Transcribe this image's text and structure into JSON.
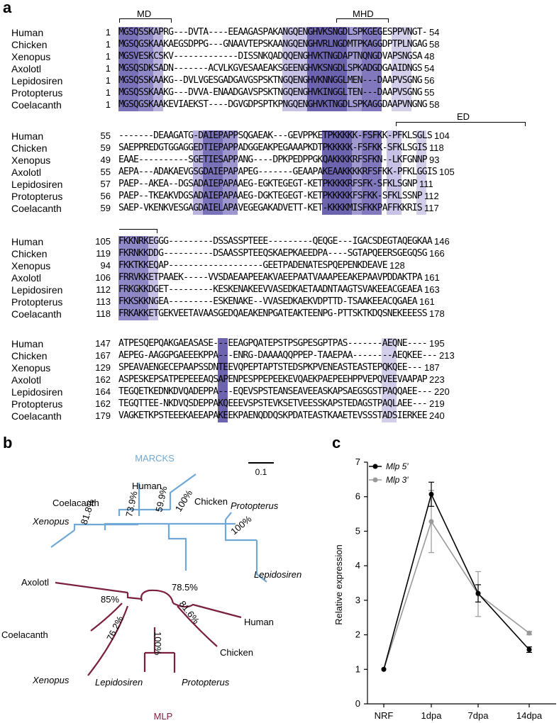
{
  "panels": {
    "a": "a",
    "b": "b",
    "c": "c"
  },
  "alignment": {
    "domains": [
      {
        "label": "MD"
      },
      {
        "label": "MHD"
      },
      {
        "label": "ED"
      }
    ],
    "blocks": [
      {
        "rows": [
          {
            "species": "Human",
            "start": "1",
            "seq": "MGSQSSKAPRG---DVTA----EEAAGASPAKANGQENGHVKSNGDLSPKGEGESPPVNGT-",
            "end": "54"
          },
          {
            "species": "Chicken",
            "start": "1",
            "seq": "MGSQGSKAAKAEGSDPPG---GNAAVTEPSKAANGQENGHVRLNGDMTPKAGGDPTPLNGAG",
            "end": "58"
          },
          {
            "species": "Xenopus",
            "start": "1",
            "seq": "MGSVESKCSKV-------------DISSNKQADQQENGHVKTNGDAPTNQNGDVAPSNGSA",
            "end": "48"
          },
          {
            "species": "Axolotl",
            "start": "1",
            "seq": "MGSQSDKSADN-------ACVLKGVESAAEAKSGEENGHVKSNGDLSPKADGDGAAIDNGS",
            "end": "54"
          },
          {
            "species": "Lepidosiren",
            "start": "1",
            "seq": "MGSQSSKAAKG--DVLVGESGADGAVGSPSKTNGQENGHVKNNGGLMEN---DAAPVSGNG",
            "end": "56"
          },
          {
            "species": "Protopterus",
            "start": "1",
            "seq": "MGSQSSKAAKG---DVVA-ENAADGAVSPSKTNGQENGHVKINGGLTEN---DAAPVSGNG",
            "end": "55"
          },
          {
            "species": "Coelacanth",
            "start": "1",
            "seq": "MGSQGSKAAKEVIAEKST----DGVGDPSPTKPNGQENGHVKTNGDLSPKAGGDAAPVNGNG",
            "end": "58"
          }
        ]
      },
      {
        "rows": [
          {
            "species": "Human",
            "start": "55",
            "seq": "-------DEAAGATG-DAIEPAPPSQGAEAK---GEVPPKETPKKKKK-FSFKK-PFKLSGLS",
            "end": "104"
          },
          {
            "species": "Chicken",
            "start": "59",
            "seq": "SAEPPREDGTGGAGGEDTIEPAPPADGGEAKPEGAAAPKDTPKKKKK-FSFKK-SFKLSGIS",
            "end": "118"
          },
          {
            "species": "Xenopus",
            "start": "49",
            "seq": "EAAE----------SGETIESAPPANG----DPKPEDPPGKQAKKKKRFSFKN--LKFGNNP",
            "end": "93"
          },
          {
            "species": "Axolotl",
            "start": "55",
            "seq": "AEPA---ADAKAEVGSGDAIEPAPAPEG-------GEAAPAKEAAKKKKRFSFKK-PFKLGGIS",
            "end": "105"
          },
          {
            "species": "Lepidosiren",
            "start": "57",
            "seq": "PAEP--AKEA--DGSADAIEPAPAAEG-EGKTEGEGT-KETPKKKKRFSFK-SFKLSGNP",
            "end": "111"
          },
          {
            "species": "Protopterus",
            "start": "56",
            "seq": "PAEP--TKEAKVDGSADAIEPAPAAEG-DGKTEGEGT-KETPKKKKKFSFKK-SFKLSSNP",
            "end": "112"
          },
          {
            "species": "Coelacanth",
            "start": "59",
            "seq": "SAEP-VKENKVESGAGDAIELAPAVEGEGAKADVETT-KET-KKKKMISFKKPAFFKKRIS",
            "end": "117"
          }
        ]
      },
      {
        "rows": [
          {
            "species": "Human",
            "start": "105",
            "seq": "FKKNRKEGGG---------DSSASSPTEEE---------QEQGE---IGACSDEGTAQEGKAA",
            "end": "146"
          },
          {
            "species": "Chicken",
            "start": "119",
            "seq": "FKRNKKDDG----------DSAASSPTEEQSKAEPKAEEDPA----SGTAPQEERSGEGQSG",
            "end": "166"
          },
          {
            "species": "Xenopus",
            "start": "94",
            "seq": "FKKTKKEQAP-------------------GEETPADENATESPQEPENKDEAVE",
            "end": "128"
          },
          {
            "species": "Axolotl",
            "start": "106",
            "seq": "FRRVKKETPAAEK-----VVSDAEAAPEEAKVAEEPAATVAAAPEEAKEPAAVPDDAKTPA",
            "end": "161"
          },
          {
            "species": "Lepidosiren",
            "start": "112",
            "seq": "FRKGKKDGET---------KESKENAKEEVVASEDKAETAADNTAAGTSVAKEEACGEAEA",
            "end": "163"
          },
          {
            "species": "Protopterus",
            "start": "113",
            "seq": "FKKSKKNGEA---------ESKENAKE--VVASEDKAEKVDPTTD-TSAAKEEACQGAEA",
            "end": "161"
          },
          {
            "species": "Coelacanth",
            "start": "118",
            "seq": "FRKAKKETGEKVEETAVAASGEDQAEAKENPGATEAKTEENPG-PTTSKTKDQSNEKEEESS",
            "end": "178"
          }
        ]
      },
      {
        "rows": [
          {
            "species": "Human",
            "start": "147",
            "seq": "ATPESQEPQAKGAEASASE---EEAGPQATEPSTPSGPESGPTPAS-------AEQNE----",
            "end": "195"
          },
          {
            "species": "Chicken",
            "start": "167",
            "seq": "AEPEG-AAGGPGAEEEKPPA---ENRG-DAAAAQQPPEP-TAAEPAA--------AEQKEE---",
            "end": "213"
          },
          {
            "species": "Xenopus",
            "start": "129",
            "seq": "SPEAVAENGECEPAAPSSDNTEEVQPEPTAPTSTEDSPKPVENEASTEASTEPQKQEE---",
            "end": "187"
          },
          {
            "species": "Axolotl",
            "start": "162",
            "seq": "ASPESKEPSATPEPEEEAQSAPENPESPPEPEEKEVQAEKPAEPEEHPPVEPQVEEVAAPAP",
            "end": "223"
          },
          {
            "species": "Lepidosiren",
            "start": "164",
            "seq": "TEGQETKEDNKDVQADEPPA---EQEVSPSTEANSEAVEEASKAPSAEGSGSTPAQQAEE---",
            "end": "220"
          },
          {
            "species": "Protopterus",
            "start": "162",
            "seq": "TEGQTTEE-NKDVQSDEPPAKQEEEVSPSTEVKSETVEESSKAPSTEDAGSTPAQLAEE---",
            "end": "219"
          },
          {
            "species": "Coelacanth",
            "start": "179",
            "seq": "VAGKETKPSTEEEKAEEAPAKEEKPAENQDDQSKPDATEASTKAAETEVSSSTADSIERKEE",
            "end": "240"
          }
        ]
      }
    ]
  },
  "tree": {
    "groups": {
      "marcks": "MARCKS",
      "mlp": "MLP"
    },
    "scale_label": "0.1",
    "leaves": {
      "human_marcks": "Human",
      "chicken_marcks": "Chicken",
      "coelacanth_marcks": "Coelacanth",
      "xenopus_marcks": "Xenopus",
      "protopterus_marcks": "Protopterus",
      "lepidosiren_marcks": "Lepidosiren",
      "axolotl_mlp": "Axolotl",
      "human_mlp": "Human",
      "coelacanth_mlp": "Coelacanth",
      "chicken_mlp": "Chicken",
      "xenopus_mlp": "Xenopus",
      "lepidosiren_mlp": "Lepidosiren",
      "protopterus_mlp": "Protopterus"
    },
    "bootstrap": {
      "b1": "73.9%",
      "b2": "59.9%",
      "b3": "81.8%",
      "b4": "100%",
      "b5": "100%",
      "b6": "78.5%",
      "b7": "85%",
      "b8": "81.6%",
      "b9": "76.2%",
      "b10": "100%"
    },
    "colors": {
      "marcks": "#6fa8d6",
      "mlp": "#7a1f3d"
    }
  },
  "chart_data": {
    "type": "line",
    "categories": [
      "NRF",
      "1dpa",
      "7dpa",
      "14dpa"
    ],
    "series": [
      {
        "name": "Mlp 5′",
        "values": [
          1.0,
          6.07,
          3.2,
          1.57
        ],
        "errors": [
          0,
          0.35,
          0.25,
          0.08
        ],
        "color": "#000000"
      },
      {
        "name": "Mlp 3′",
        "values": [
          1.0,
          5.28,
          3.18,
          2.05
        ],
        "errors": [
          0,
          0.9,
          0.65,
          0.05
        ],
        "color": "#999999"
      }
    ],
    "ylabel": "Relative expression",
    "ylim": [
      0,
      7
    ],
    "yticks": [
      "0",
      "1",
      "2",
      "3",
      "4",
      "5",
      "6",
      "7"
    ],
    "legend": "top-left"
  }
}
